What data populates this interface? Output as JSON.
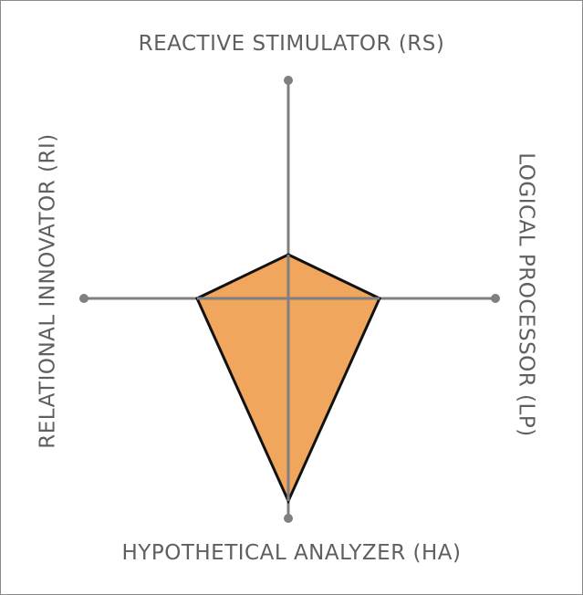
{
  "axes": {
    "top": "REACTIVE STIMULATOR (RS)",
    "right": "LOGICAL PROCESSOR (LP)",
    "bottom": "HYPOTHETICAL ANALYZER (HA)",
    "left": "RELATIONAL INNOVATOR (RI)"
  },
  "colors": {
    "axis": "#7f7f7f",
    "fill": "#f0a65c",
    "outline": "#111111",
    "text": "#5f5f5f"
  }
}
